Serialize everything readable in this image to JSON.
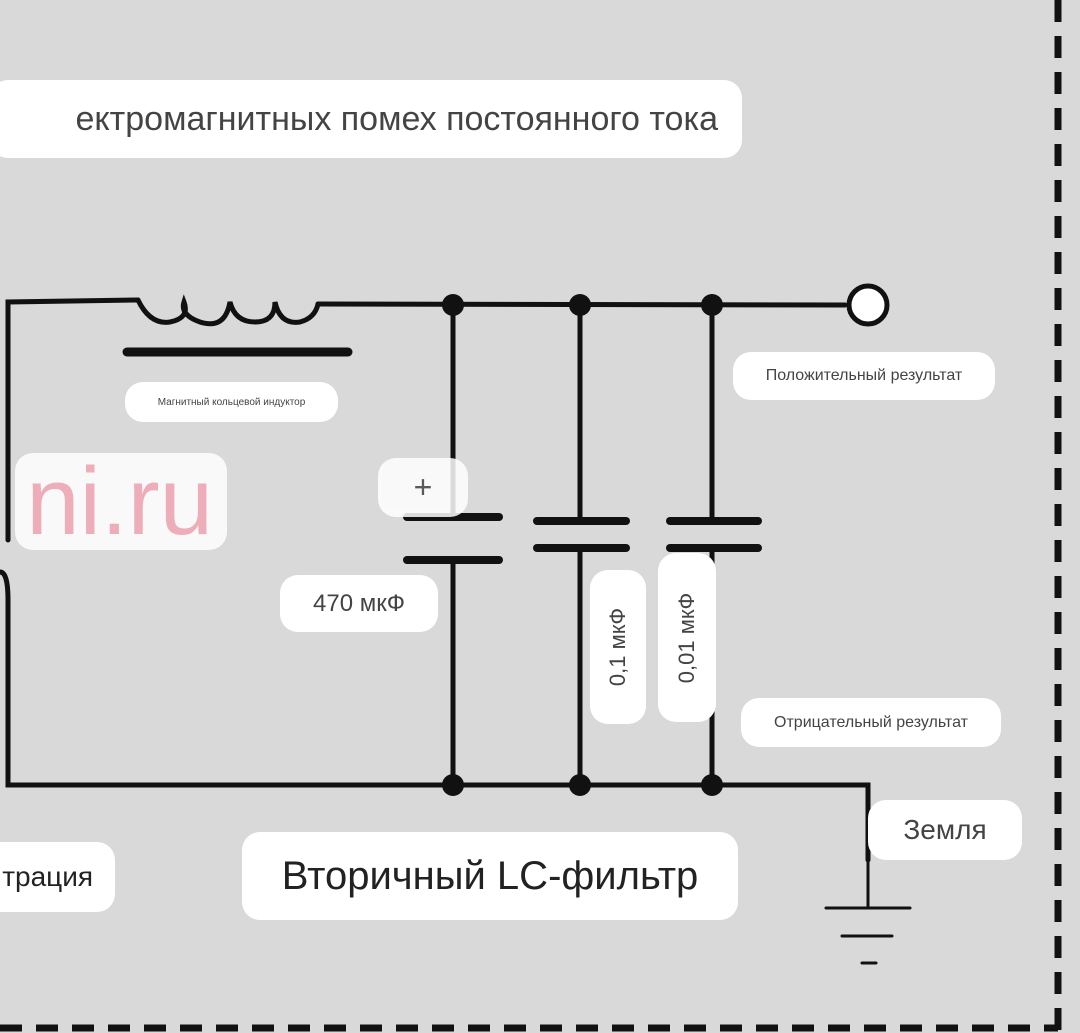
{
  "title": "ектромагнитных помех постоянного тока",
  "labels": {
    "inductor": "Магнитный кольцевой индуктор",
    "watermark": "ni.ru",
    "plus": "+",
    "cap1": "470 мкФ",
    "cap2": "0,1 мкФ",
    "cap3": "0,01 мкФ",
    "positive": "Положительный результат",
    "negative": "Отрицательный результат",
    "ground": "Земля",
    "secondary_filter": "Вторичный LC-фильтр",
    "left_section": "трация"
  },
  "colors": {
    "background": "#d9d9d9",
    "wire": "#111111",
    "watermark": "#f2a7b4"
  }
}
